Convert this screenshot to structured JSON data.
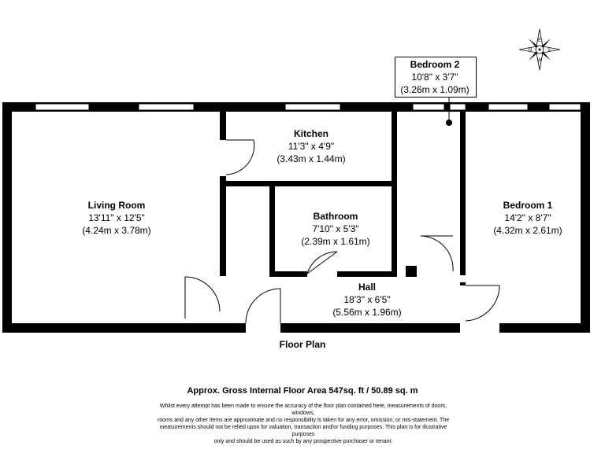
{
  "rooms": {
    "living": {
      "name": "Living Room",
      "imperial": "13'11\" x 12'5\"",
      "metric": "(4.24m x 3.78m)"
    },
    "kitchen": {
      "name": "Kitchen",
      "imperial": "11'3\" x 4'9\"",
      "metric": "(3.43m x 1.44m)"
    },
    "bathroom": {
      "name": "Bathroom",
      "imperial": "7'10\" x 5'3\"",
      "metric": "(2.39m x 1.61m)"
    },
    "hall": {
      "name": "Hall",
      "imperial": "18'3\" x 6'5\"",
      "metric": "(5.56m x 1.96m)"
    },
    "bedroom1": {
      "name": "Bedroom 1",
      "imperial": "14'2\" x 8'7\"",
      "metric": "(4.32m x 2.61m)"
    },
    "bedroom2": {
      "name": "Bedroom 2",
      "imperial": "10'8\" x 3'7\"",
      "metric": "(3.26m x 1.09m)"
    }
  },
  "caption": "Floor Plan",
  "area": "Approx. Gross Internal Floor Area 547sq. ft / 50.89 sq. m",
  "disclaimer": [
    "Whilst every attempt has been made to ensure the accuracy of the floor plan contained here, measurements of doors, windows,",
    "rooms and any other items are approximate and no responsibility is taken for any error, omission, or mis-statement. The",
    "measurements should not be relied upon for valuation, transaction and/or funding purposes. This plan is for illustrative purposes",
    "only and should be used as such by any prospective purchaser or tenant."
  ],
  "compass": {
    "n": "N",
    "e": "E",
    "s": "S",
    "w": "W"
  }
}
